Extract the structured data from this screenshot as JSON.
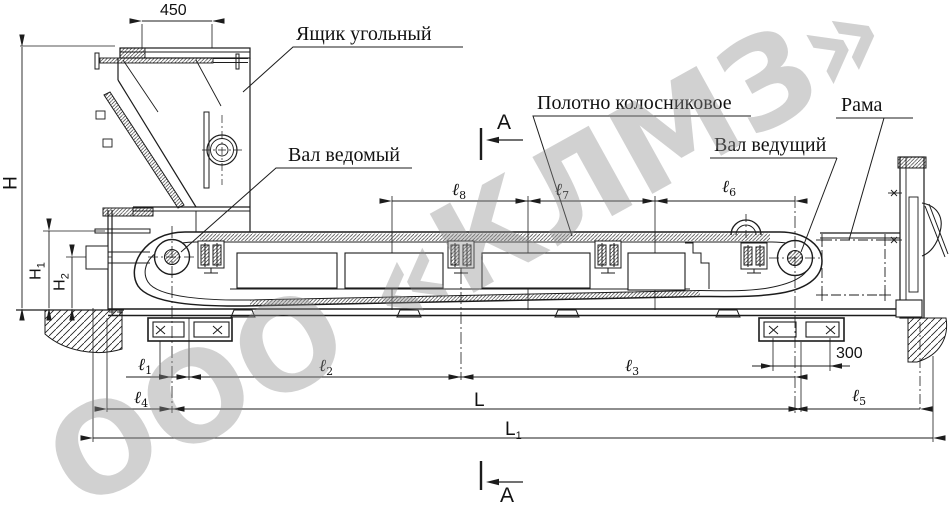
{
  "watermark": {
    "text": "ООО «КЛМЗ»",
    "color": "#8f8f8f"
  },
  "colors": {
    "line": "#1c1c1c",
    "background": "#ffffff"
  },
  "callouts": {
    "coal_box": "Ящик угольный",
    "grate_belt": "Полотно колосниковое",
    "frame": "Рама",
    "driven_shaft": "Вал ведомый",
    "drive_shaft": "Вал ведущий"
  },
  "section_marks": {
    "top": "А",
    "bottom": "А"
  },
  "dimensions": {
    "top_width": "450",
    "bolt_spacing": "300",
    "H": "H",
    "H1": {
      "base": "H",
      "sub": "1"
    },
    "H2": {
      "base": "H",
      "sub": "2"
    },
    "L": "L",
    "L1": {
      "base": "L",
      "sub": "1"
    },
    "l1": {
      "base": "ℓ",
      "sub": "1"
    },
    "l2": {
      "base": "ℓ",
      "sub": "2"
    },
    "l3": {
      "base": "ℓ",
      "sub": "3"
    },
    "l4": {
      "base": "ℓ",
      "sub": "4"
    },
    "l5": {
      "base": "ℓ",
      "sub": "5"
    },
    "l6": {
      "base": "ℓ",
      "sub": "6"
    },
    "l7": {
      "base": "ℓ",
      "sub": "7"
    },
    "l8": {
      "base": "ℓ",
      "sub": "8"
    }
  }
}
